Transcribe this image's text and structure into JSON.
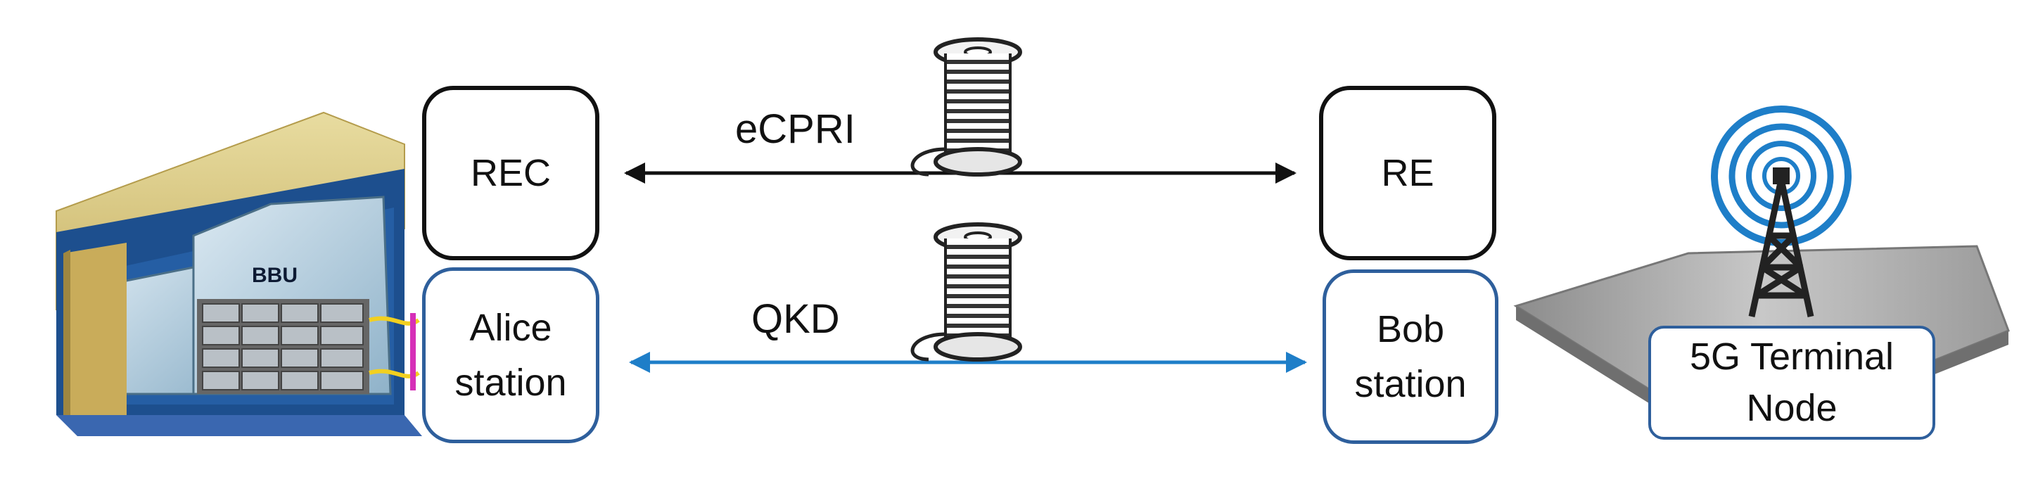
{
  "bbu": {
    "label": "BBU"
  },
  "rec": {
    "label": "REC"
  },
  "re": {
    "label": "RE"
  },
  "alice": {
    "label": "Alice\nstation"
  },
  "bob": {
    "label": "Bob\nstation"
  },
  "links": {
    "ecpri": {
      "label": "eCPRI",
      "color": "#111111"
    },
    "qkd": {
      "label": "QKD",
      "color": "#1e7ec8"
    }
  },
  "terminal": {
    "label": "5G Terminal\nNode"
  },
  "colors": {
    "box_blue_border": "#2e5f9c",
    "signal_blue": "#1e7ec8"
  }
}
